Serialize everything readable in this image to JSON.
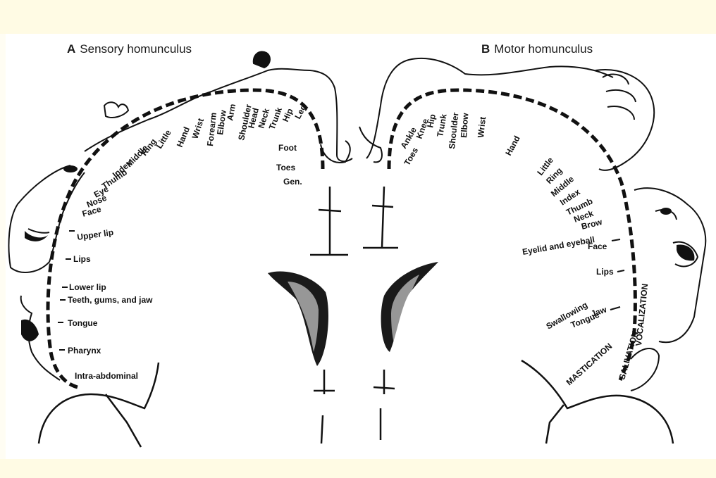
{
  "panels": {
    "sensory": {
      "letter": "A",
      "title": "Sensory homunculus"
    },
    "motor": {
      "letter": "B",
      "title": "Motor homunculus"
    }
  },
  "sensory_labels": {
    "leg": "Leg",
    "hip": "Hip",
    "trunk": "Trunk",
    "neck": "Neck",
    "head": "Head",
    "shoulder": "Shoulder",
    "arm": "Arm",
    "elbow": "Elbow",
    "forearm": "Forearm",
    "wrist": "Wrist",
    "hand": "Hand",
    "little": "Little",
    "ring": "Ring",
    "middle": "Middle",
    "index": "Index",
    "thumb": "Thumb",
    "eye": "Eye",
    "nose": "Nose",
    "face": "Face",
    "upper_lip": "Upper lip",
    "lips": "Lips",
    "lower_lip": "Lower lip",
    "teeth": "Teeth, gums, and jaw",
    "tongue": "Tongue",
    "pharynx": "Pharynx",
    "intra": "Intra-abdominal",
    "foot": "Foot",
    "toes": "Toes",
    "gen": "Gen."
  },
  "motor_labels": {
    "knee": "Knee",
    "hip": "Hip",
    "trunk": "Trunk",
    "shoulder": "Shoulder",
    "elbow": "Elbow",
    "wrist": "Wrist",
    "hand": "Hand",
    "little": "Little",
    "ring": "Ring",
    "middle": "Middle",
    "index": "Index",
    "thumb": "Thumb",
    "neck": "Neck",
    "brow": "Brow",
    "eyelid": "Eyelid and eyeball",
    "face": "Face",
    "lips": "Lips",
    "vocalization": "VOCALIZATION",
    "salivation": "SALIVATION",
    "mastication": "MASTICATION",
    "jaw": "Jaw",
    "tongue": "Tongue",
    "swallowing": "Swallowing",
    "ankle": "Ankle",
    "toes": "Toes"
  }
}
